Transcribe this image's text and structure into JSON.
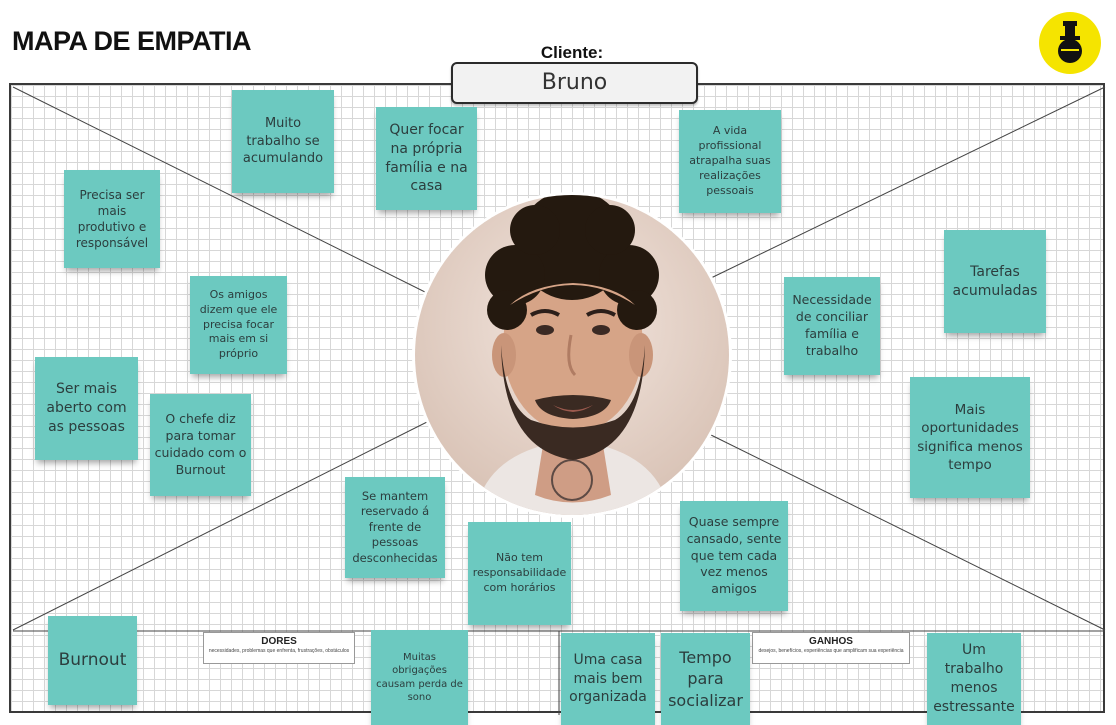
{
  "title": "MAPA DE EMPATIA",
  "client": {
    "label": "Cliente:",
    "name": "Bruno"
  },
  "logo": {
    "icon": "logo-icon",
    "color": "#f5e400"
  },
  "photo": {
    "icon": "person-photo"
  },
  "sections": {
    "pains": {
      "title": "DORES",
      "subtitle": "necessidades, problemas que enfrenta, frustrações, obstáculos"
    },
    "gains": {
      "title": "GANHOS",
      "subtitle": "desejos, benefícios, experiências que amplificam sua experiência"
    }
  },
  "colors": {
    "note": "#6cc9c0",
    "note_text": "#2c3e3e",
    "grid": "#d7d7d7"
  },
  "notes": [
    "Muito trabalho se acumulando",
    "Quer focar na própria família e na casa",
    "A vida profissional atrapalha suas realizações pessoais",
    "Precisa ser mais produtivo e responsável",
    "Tarefas acumuladas",
    "Os amigos dizem que ele precisa focar mais em si próprio",
    "Necessidade de conciliar família e trabalho",
    "Ser mais aberto com as pessoas",
    "O chefe diz para tomar cuidado com o Burnout",
    "Mais oportunidades significa menos tempo",
    "Se mantem reservado á frente de pessoas desconhecidas",
    "Quase sempre cansado, sente que tem cada vez menos amigos",
    "Não tem responsabilidade com horários",
    "Burnout",
    "Muitas obrigações causam perda de sono",
    "Uma casa mais bem organizada",
    "Tempo para socializar",
    "Um trabalho menos estressante"
  ]
}
